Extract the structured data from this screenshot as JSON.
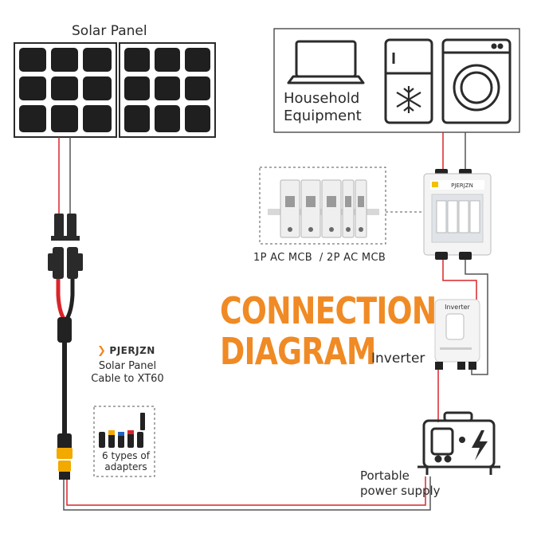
{
  "title": "CONNECTION DIAGRAM",
  "labels": {
    "solar_panel": "Solar Panel",
    "household": "Household Equipment",
    "mcb": "1P AC MCB  / 2P AC MCB",
    "inverter": "Inverter",
    "inverter_screen": "Inverter",
    "portable": "Portable power supply",
    "cable": "Solar Panel Cable to XT60",
    "adapters": "6 types of adapters"
  },
  "brand": {
    "name": "PJERJZN",
    "mcb_brand": "PJERJZN"
  },
  "colors": {
    "accent": "#f08a24",
    "wire_red": "#d9252a",
    "wire_dark": "#333333",
    "panel_cell": "#1f1f1f",
    "box_border": "#2b2b2b",
    "dashed": "#555555"
  },
  "icons": [
    "laptop-icon",
    "fridge-icon",
    "washing-machine-icon",
    "snowflake-icon",
    "lightning-icon"
  ]
}
